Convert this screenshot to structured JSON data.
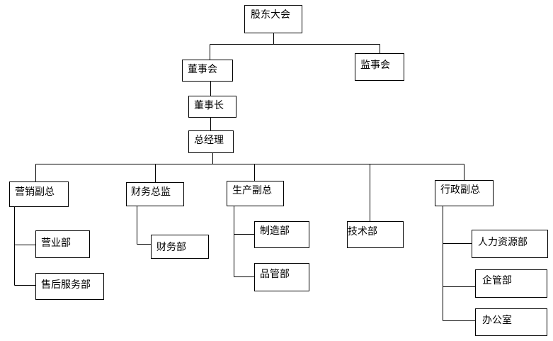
{
  "org_chart": {
    "shareholders_meeting": "股东大会",
    "board_of_directors": "董事会",
    "board_of_supervisors": "监事会",
    "chairman": "董事长",
    "general_manager": "总经理",
    "vp_sales": "营销副总",
    "sales_dept": "营业部",
    "after_sales_dept": "售后服务部",
    "cfo": "财务总监",
    "finance_dept": "财务部",
    "vp_production": "生产副总",
    "manufacturing_dept": "制造部",
    "quality_dept": "品管部",
    "tech_dept": "技术部",
    "vp_admin": "行政副总",
    "hr_dept": "人力资源部",
    "enterprise_mgmt_dept": "企管部",
    "office": "办公室"
  },
  "colors": {
    "line": "#000000",
    "box_border": "#000000",
    "background": "#ffffff"
  }
}
